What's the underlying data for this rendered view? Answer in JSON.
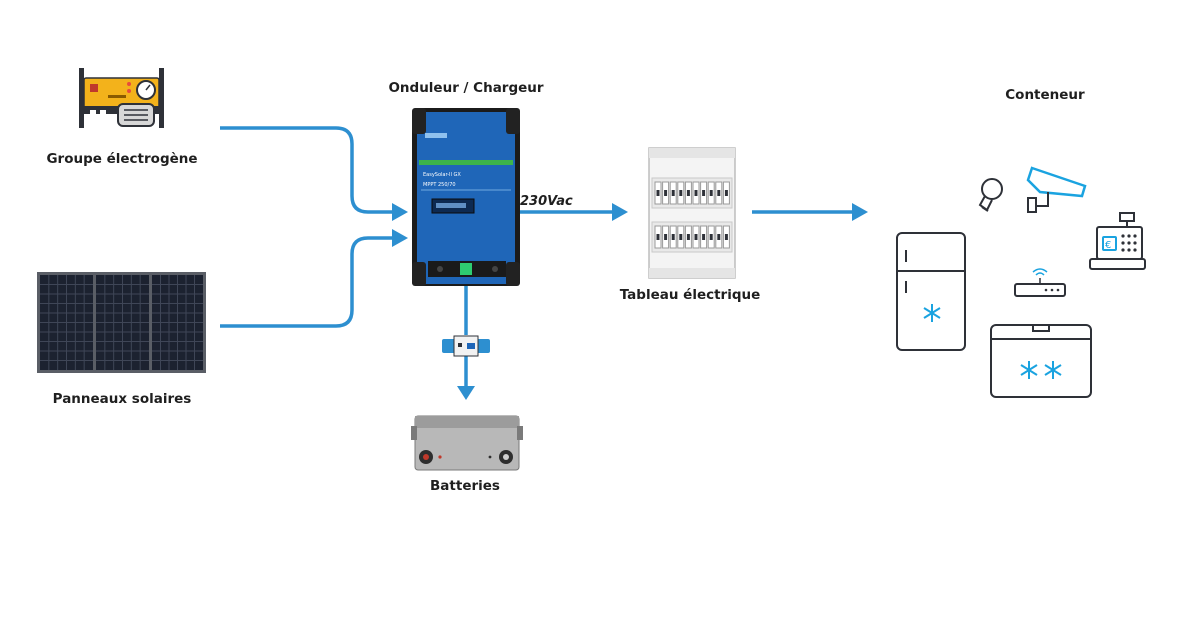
{
  "labels": {
    "generator": "Groupe électrogène",
    "inverter": "Onduleur / Chargeur",
    "solar": "Panneaux solaires",
    "panel": "Tableau électrique",
    "batteries": "Batteries",
    "container": "Conteneur",
    "voltage": "230Vac"
  },
  "inverter_text": {
    "model": "EasySolar-II GX",
    "mppt": "MPPT 250/70"
  },
  "colors": {
    "arrow": "#2d8fd0",
    "inverter_blue": "#1f66b8",
    "generator_yellow": "#f3b21b",
    "icon_line": "#2e3138",
    "icon_accent": "#1aa3e0"
  },
  "icons": [
    "generator-icon",
    "solar-panel-icon",
    "inverter-icon",
    "bms-icon",
    "battery-icon",
    "distribution-panel-icon",
    "fridge-icon",
    "freezer-icon",
    "bulb-icon",
    "camera-icon",
    "cash-register-icon",
    "router-icon"
  ]
}
